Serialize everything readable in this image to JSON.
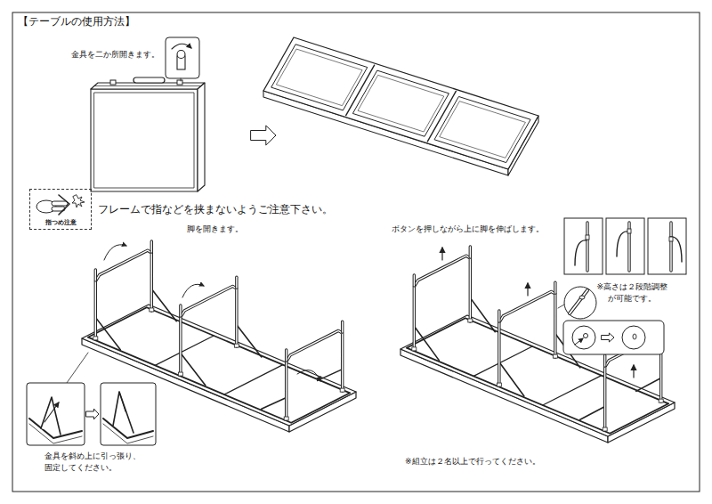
{
  "diagram": {
    "title": "【テーブルの使用方法】",
    "nodes": [
      {
        "text": [
          "指つめ注意"
        ]
      }
    ],
    "labels": [
      "金具を二か所開きます。",
      "フレームで指などを挟まないようご注意下さい。",
      "脚を開きます。",
      "ボタンを押しながら上に脚を伸ばします。",
      "※高さは２段階調整 が可能です。",
      "金具を斜め上に引っ張り、 固定してください。",
      "※組立は２名以上で行ってください。"
    ]
  }
}
